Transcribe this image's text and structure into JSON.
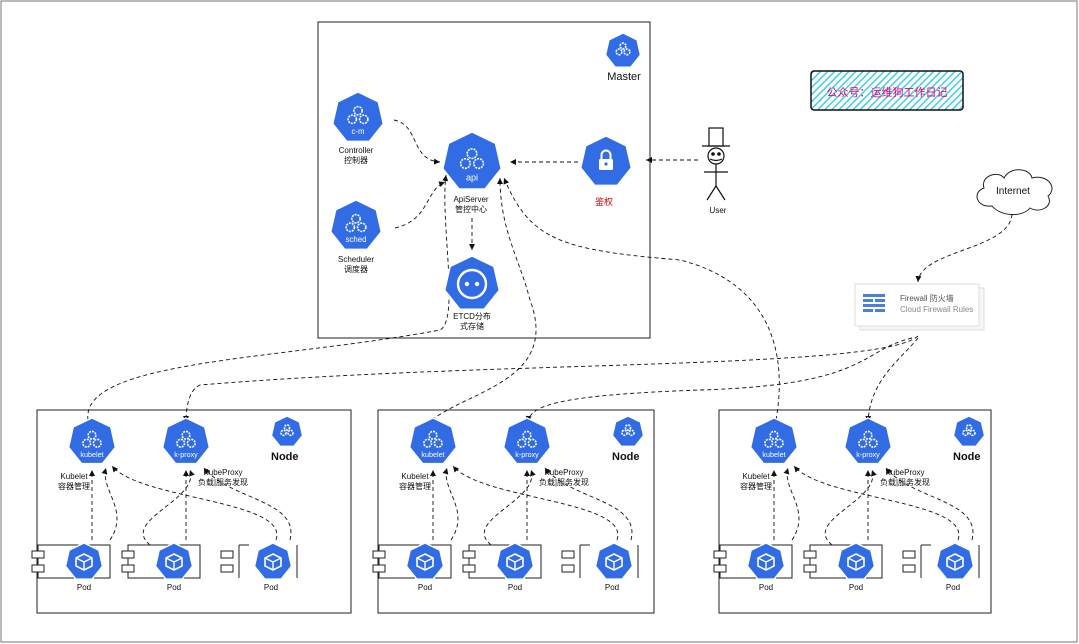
{
  "master": {
    "title": "Master",
    "controller": {
      "icon_text": "c-m",
      "name": "Controller",
      "sub": "控制器"
    },
    "scheduler": {
      "icon_text": "sched",
      "name": "Scheduler",
      "sub": "调度器"
    },
    "apiserver": {
      "icon_text": "api",
      "name": "ApiServer",
      "sub": "管控中心"
    },
    "etcd": {
      "name": "ETCD分布",
      "sub": "式存储"
    },
    "auth": {
      "label": "鉴权"
    }
  },
  "user": {
    "label": "User"
  },
  "banner": {
    "text": "公众号：运维狗工作日记"
  },
  "internet": {
    "label": "Internet"
  },
  "firewall": {
    "line1": "Firewall 防火墙",
    "line2": "Cloud Firewall Rules"
  },
  "nodes": [
    {
      "title": "Node",
      "kubelet_icon": "kubelet",
      "kubelet_name": "Kubelet",
      "kubelet_sub": "容器管理",
      "proxy_icon": "k-proxy",
      "proxy_name": "KubeProxy",
      "proxy_sub": "负载|服务发现",
      "pods": [
        "Pod",
        "Pod",
        "Pod"
      ]
    },
    {
      "title": "Node",
      "kubelet_icon": "kubelet",
      "kubelet_name": "Kubelet",
      "kubelet_sub": "容器管理",
      "proxy_icon": "k-proxy",
      "proxy_name": "KubeProxy",
      "proxy_sub": "负载|服务发现",
      "pods": [
        "Pod",
        "Pod",
        "Pod"
      ]
    },
    {
      "title": "Node",
      "kubelet_icon": "kubelet",
      "kubelet_name": "Kubelet",
      "kubelet_sub": "容器管理",
      "proxy_icon": "k-proxy",
      "proxy_name": "KubeProxy",
      "proxy_sub": "负载|服务发现",
      "pods": [
        "Pod",
        "Pod",
        "Pod"
      ]
    }
  ],
  "colors": {
    "k8s_blue": "#326ce5",
    "banner_bg": "#3ecfe6",
    "banner_text": "#e0007f",
    "auth_red": "#d60000"
  }
}
